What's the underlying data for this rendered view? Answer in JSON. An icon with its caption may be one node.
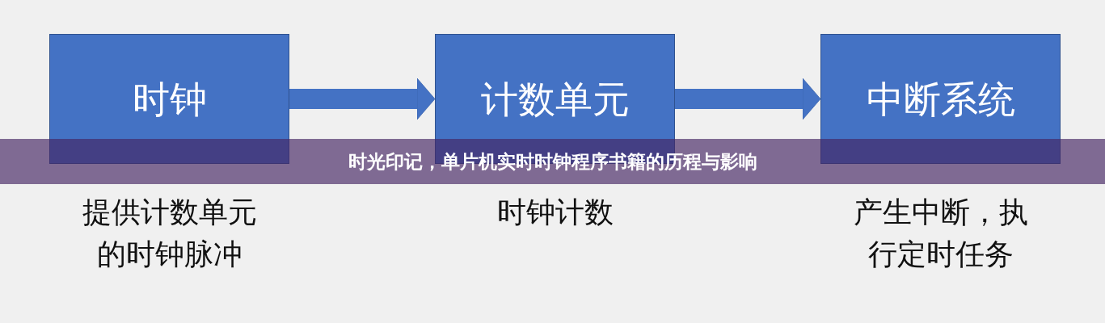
{
  "diagram": {
    "title": "时光印记，单片机实时时钟程序书籍的历程与影响",
    "nodes": [
      {
        "text": [
          "时钟"
        ],
        "beside": [
          "提供计数单元的时钟脉冲"
        ]
      },
      {
        "text": [
          "计数单元"
        ],
        "beside": [
          "时钟计数"
        ]
      },
      {
        "text": [
          "中断系统"
        ],
        "beside": [
          "产生中断，执行定时任务"
        ]
      }
    ],
    "edges": [
      {
        "from": 0,
        "to": 1,
        "arrow": "to"
      },
      {
        "from": 1,
        "to": 2,
        "arrow": "to"
      }
    ]
  }
}
